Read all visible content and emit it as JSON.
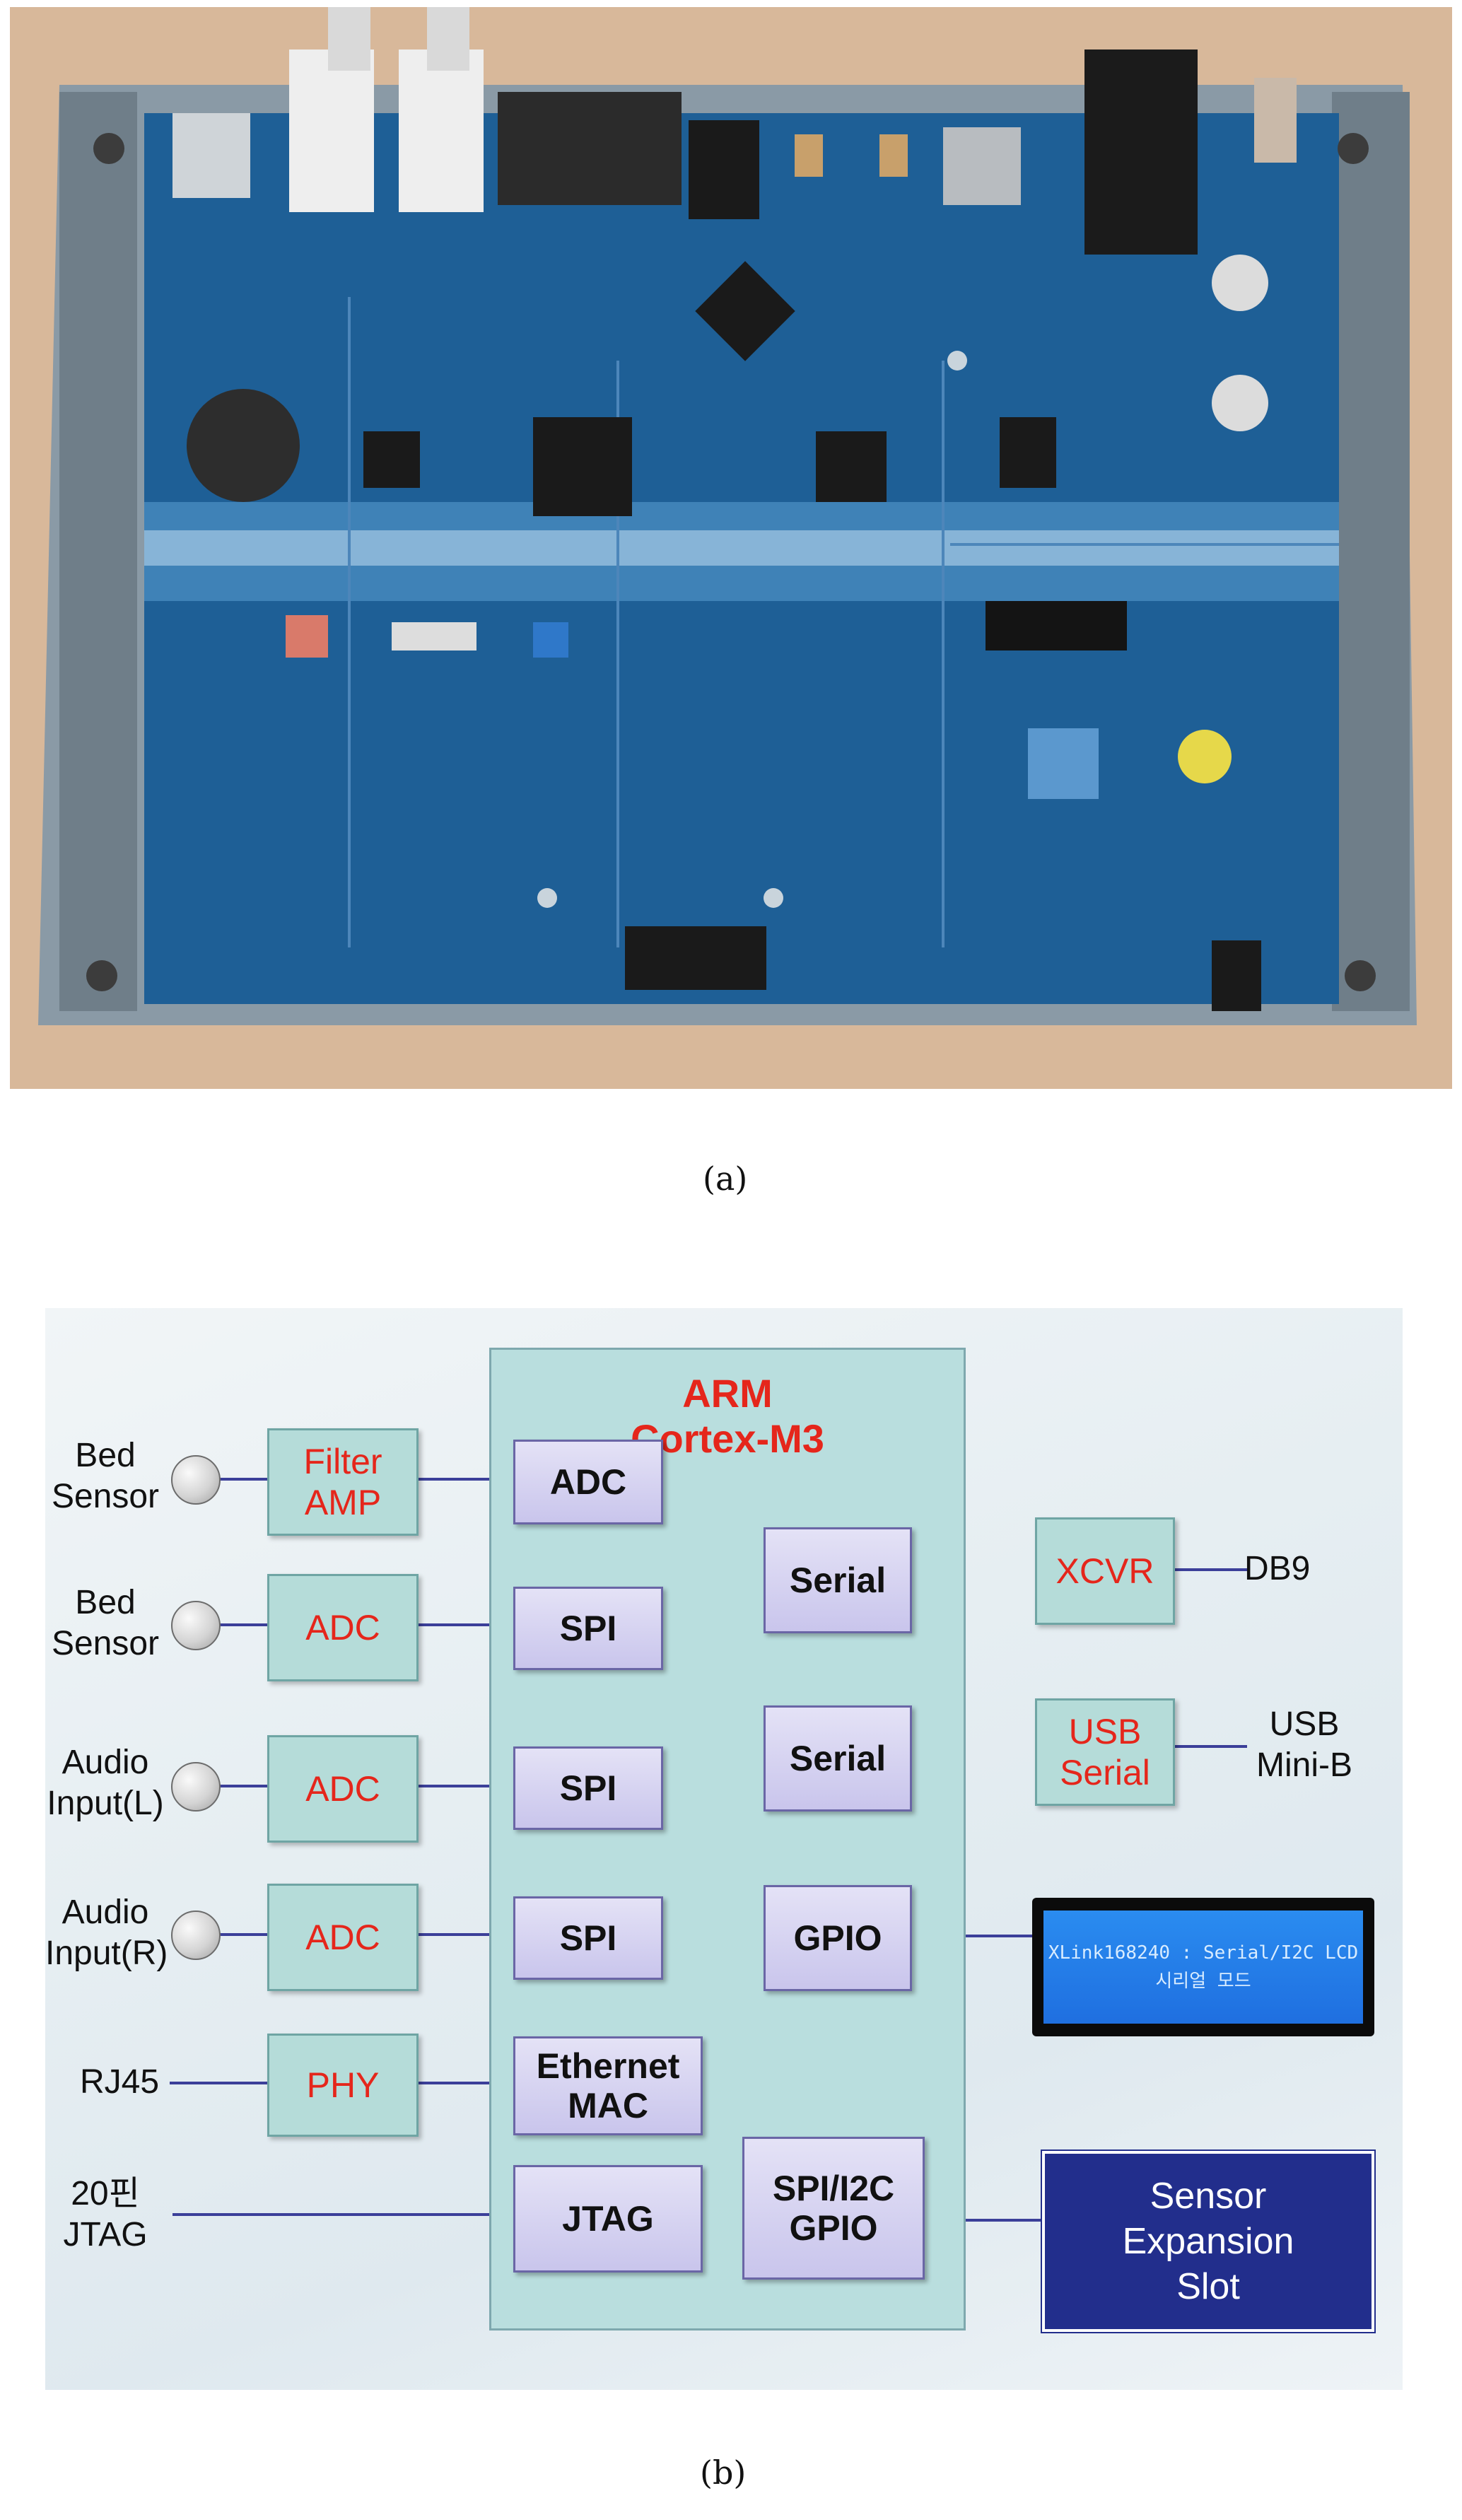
{
  "captions": {
    "a": "(a)",
    "b": "(b)"
  },
  "diagram": {
    "core_title_line1": "ARM",
    "core_title_line2": "Cortex-M3",
    "inputs": [
      {
        "label_line1": "Bed",
        "label_line2": "Sensor",
        "front": [
          "Filter",
          "AMP"
        ],
        "core": [
          "ADC"
        ]
      },
      {
        "label_line1": "Bed",
        "label_line2": "Sensor",
        "front": [
          "ADC"
        ],
        "core": [
          "SPI"
        ]
      },
      {
        "label_line1": "Audio",
        "label_line2": "Input(L)",
        "front": [
          "ADC"
        ],
        "core": [
          "SPI"
        ]
      },
      {
        "label_line1": "Audio",
        "label_line2": "Input(R)",
        "front": [
          "ADC"
        ],
        "core": [
          "SPI"
        ]
      },
      {
        "label_line1": "RJ45",
        "label_line2": "",
        "front": [
          "PHY"
        ],
        "core": [
          "Ethernet",
          "MAC"
        ]
      },
      {
        "label_line1": "20핀",
        "label_line2": "JTAG",
        "front": [],
        "core": [
          "JTAG"
        ]
      }
    ],
    "right_core": [
      {
        "lines": [
          "Serial"
        ]
      },
      {
        "lines": [
          "Serial"
        ]
      },
      {
        "lines": [
          "GPIO"
        ]
      },
      {
        "lines": [
          "SPI/I2C",
          "GPIO"
        ]
      }
    ],
    "right_outputs": [
      {
        "box": [
          "XCVR"
        ],
        "label": [
          "DB9"
        ]
      },
      {
        "box": [
          "USB",
          "Serial"
        ],
        "label": [
          "USB",
          "Mini-B"
        ]
      }
    ],
    "lcd": {
      "line1": "XLink168240 : Serial/I2C LCD",
      "line2": "시리얼 모드"
    },
    "expansion": [
      "Sensor",
      "Expansion",
      "Slot"
    ]
  },
  "colors": {
    "core_fill": "#b9dede",
    "module_fill": "#b5dcd9",
    "module_text": "#e5261b",
    "interface_fill": "#c9c5ec",
    "connector_line": "#3b3f99",
    "expansion_fill": "#222e8c",
    "lcd_backlight": "#1f6fe0",
    "pcb_blue": "#1e5f96"
  }
}
